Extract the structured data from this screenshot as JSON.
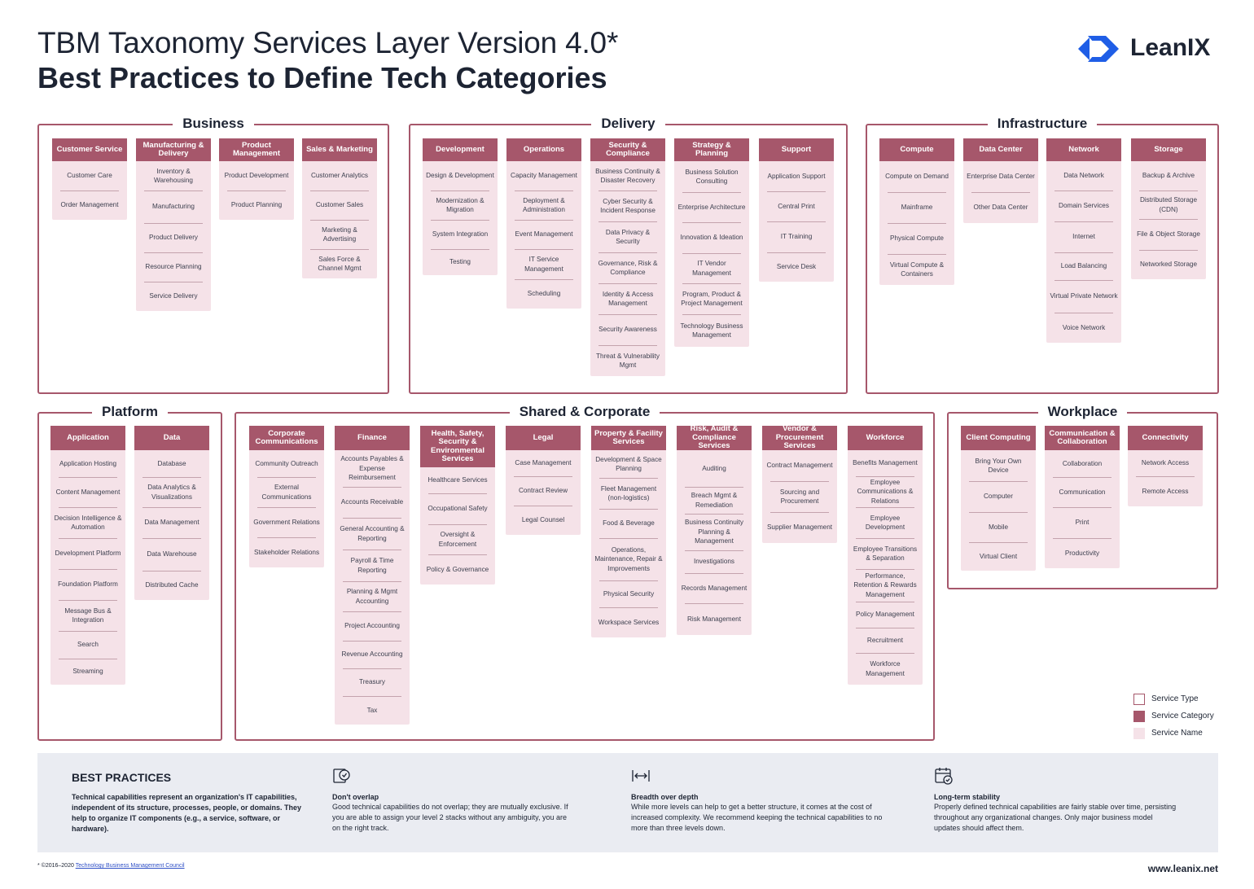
{
  "header": {
    "title": "TBM Taxonomy Services Layer Version 4.0*",
    "subtitle": "Best Practices to Define Tech Categories",
    "brand": "LeanIX"
  },
  "layers": [
    {
      "name": "Business",
      "columns": [
        {
          "title": "Customer Service",
          "items": [
            "Customer Care",
            "Order Management"
          ]
        },
        {
          "title": "Manufacturing & Delivery",
          "items": [
            "Inventory & Warehousing",
            "Manufacturing",
            "Product Delivery",
            "Resource Planning",
            "Service Delivery"
          ]
        },
        {
          "title": "Product Management",
          "items": [
            "Product Development",
            "Product Planning"
          ]
        },
        {
          "title": "Sales & Marketing",
          "items": [
            "Customer Analytics",
            "Customer Sales",
            "Marketing & Advertising",
            "Sales Force & Channel Mgmt"
          ]
        }
      ]
    },
    {
      "name": "Delivery",
      "columns": [
        {
          "title": "Development",
          "items": [
            "Design & Development",
            "Modernization & Migration",
            "System Integration",
            "Testing"
          ]
        },
        {
          "title": "Operations",
          "items": [
            "Capacity Management",
            "Deployment & Administration",
            "Event Management",
            "IT Service Management",
            "Scheduling"
          ]
        },
        {
          "title": "Security & Compliance",
          "items": [
            "Business Continuity & Disaster Recovery",
            "Cyber Security & Incident Response",
            "Data Privacy & Security",
            "Governance, Risk & Compliance",
            "Identity & Access Management",
            "Security Awareness",
            "Threat & Vulnerability Mgmt"
          ]
        },
        {
          "title": "Strategy & Planning",
          "items": [
            "Business Solution Consulting",
            "Enterprise Architecture",
            "Innovation & Ideation",
            "IT Vendor Management",
            "Program, Product & Project Management",
            "Technology Business Management"
          ]
        },
        {
          "title": "Support",
          "items": [
            "Application Support",
            "Central Print",
            "IT Training",
            "Service Desk"
          ]
        }
      ]
    },
    {
      "name": "Infrastructure",
      "columns": [
        {
          "title": "Compute",
          "items": [
            "Compute on Demand",
            "Mainframe",
            "Physical Compute",
            "Virtual Compute & Containers"
          ]
        },
        {
          "title": "Data Center",
          "items": [
            "Enterprise Data Center",
            "Other Data Center"
          ]
        },
        {
          "title": "Network",
          "items": [
            "Data Network",
            "Domain Services",
            "Internet",
            "Load Balancing",
            "Virtual Private Network",
            "Voice Network"
          ]
        },
        {
          "title": "Storage",
          "items": [
            "Backup & Archive",
            "Distributed Storage (CDN)",
            "File & Object Storage",
            "Networked Storage"
          ]
        }
      ]
    },
    {
      "name": "Platform",
      "columns": [
        {
          "title": "Application",
          "items": [
            "Application Hosting",
            "Content Management",
            "Decision Intelligence & Automation",
            "Development Platform",
            "Foundation Platform",
            "Message Bus & Integration",
            "Search",
            "Streaming"
          ]
        },
        {
          "title": "Data",
          "items": [
            "Database",
            "Data Analytics & Visualizations",
            "Data Management",
            "Data Warehouse",
            "Distributed Cache"
          ]
        }
      ]
    },
    {
      "name": "Shared & Corporate",
      "columns": [
        {
          "title": "Corporate Communications",
          "items": [
            "Community Outreach",
            "External Communications",
            "Government Relations",
            "Stakeholder Relations"
          ]
        },
        {
          "title": "Finance",
          "items": [
            "Accounts Payables & Expense Reimbursement",
            "Accounts Receivable",
            "General Accounting & Reporting",
            "Payroll & Time Reporting",
            "Planning & Mgmt Accounting",
            "Project Accounting",
            "Revenue Accounting",
            "Treasury",
            "Tax"
          ]
        },
        {
          "title": "Health, Safety, Security & Environmental Services",
          "items": [
            "Healthcare Services",
            "Occupational Safety",
            "Oversight & Enforcement",
            "Policy & Governance"
          ]
        },
        {
          "title": "Legal",
          "items": [
            "Case Management",
            "Contract Review",
            "Legal Counsel"
          ]
        },
        {
          "title": "Property & Facility Services",
          "items": [
            "Development & Space Planning",
            "Fleet Management (non-logistics)",
            "Food & Beverage",
            "Operations, Maintenance, Repair & Improvements",
            "Physical Security",
            "Workspace Services"
          ]
        },
        {
          "title": "Risk, Audit & Compliance Services",
          "items": [
            "Auditing",
            "Breach Mgmt & Remediation",
            "Business Continuity Planning & Management",
            "Investigations",
            "Records Management",
            "Risk Management"
          ]
        },
        {
          "title": "Vendor & Procurement Services",
          "items": [
            "Contract Management",
            "Sourcing and Procurement",
            "Supplier Management"
          ]
        },
        {
          "title": "Workforce",
          "items": [
            "Benefits Management",
            "Employee Communications & Relations",
            "Employee Development",
            "Employee Transitions & Separation",
            "Performance, Retention & Rewards Management",
            "Policy Management",
            "Recruitment",
            "Workforce Management"
          ]
        }
      ]
    },
    {
      "name": "Workplace",
      "columns": [
        {
          "title": "Client Computing",
          "items": [
            "Bring Your Own Device",
            "Computer",
            "Mobile",
            "Virtual Client"
          ]
        },
        {
          "title": "Communication & Collaboration",
          "items": [
            "Collaboration",
            "Communication",
            "Print",
            "Productivity"
          ]
        },
        {
          "title": "Connectivity",
          "items": [
            "Network Access",
            "Remote Access"
          ]
        }
      ]
    }
  ],
  "legend": {
    "service_type": "Service Type",
    "service_category": "Service Category",
    "service_name": "Service Name"
  },
  "best_practices": {
    "title": "BEST PRACTICES",
    "lead": "Technical capabilities represent an organization's IT capabilities, independent of its structure, processes, people, or domains. They help to organize IT components (e.g., a service, software, or hardware).",
    "items": [
      {
        "icon": "overlap-icon",
        "title": "Don't overlap",
        "text": "Good technical capabilities do not overlap; they are mutually exclusive. If you are able to assign your level 2 stacks without any ambiguity, you are on the right track."
      },
      {
        "icon": "width-arrows-icon",
        "title": "Breadth over depth",
        "text": "While more levels can help to get a better structure, it comes at the cost of increased complexity. We recommend keeping the technical capabilities to no more than three levels down."
      },
      {
        "icon": "calendar-check-icon",
        "title": "Long-term stability",
        "text": "Properly defined technical capabilities are fairly stable over time, persisting throughout any organizational changes. Only major business model updates should affect them."
      }
    ]
  },
  "footer": {
    "copyright": "* ©2016–2020",
    "council": "Technology Business Management Council",
    "website": "www.leanix.net"
  },
  "colors": {
    "category": "#a6576b",
    "service_name": "#f5e2e8",
    "text": "#1d2433",
    "brand_blue": "#1f5ee6"
  }
}
